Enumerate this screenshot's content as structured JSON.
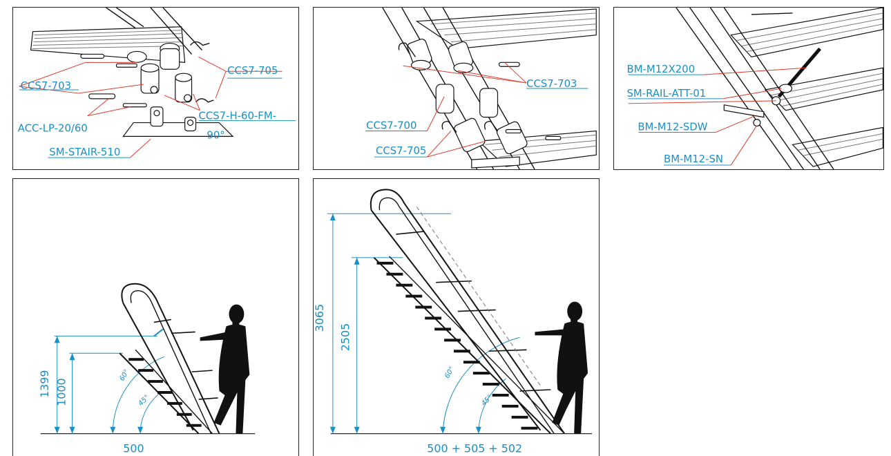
{
  "detail_panels": {
    "a": {
      "labels": [
        "CCS7-705",
        "CCS7-703",
        "ACC-LP-20/60",
        "CCS7-H-60-FM-",
        "90°",
        "SM-STAIR-510"
      ]
    },
    "b": {
      "labels": [
        "CCS7-703",
        "CCS7-700",
        "CCS7-705"
      ]
    },
    "c": {
      "labels": [
        "BM-M12X200",
        "SM-RAIL-ATT-01",
        "BM-M12-SDW",
        "BM-M12-SN"
      ]
    }
  },
  "elevation_small": {
    "heights": [
      "1399",
      "1000"
    ],
    "width": "500",
    "angles": [
      "60°",
      "45°"
    ]
  },
  "elevation_large": {
    "heights": [
      "3065",
      "2505"
    ],
    "width": "500 + 505 + 502",
    "angles": [
      "60°",
      "45°"
    ]
  }
}
